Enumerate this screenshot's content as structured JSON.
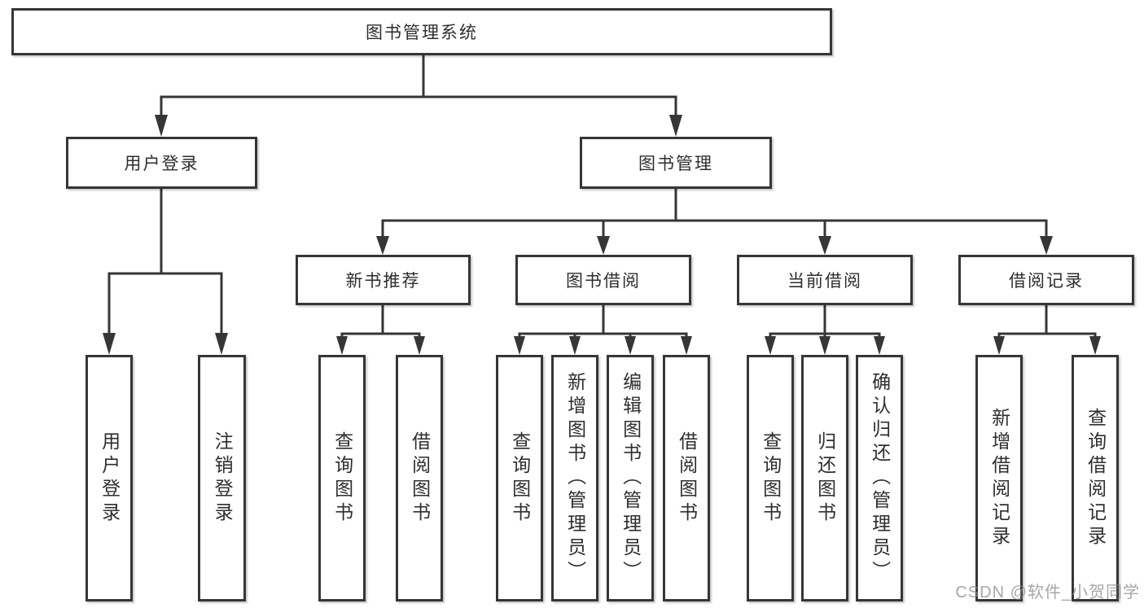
{
  "diagram": {
    "type": "tree",
    "root": {
      "label": "图书管理系统",
      "children": [
        {
          "label": "用户登录",
          "children": [
            {
              "label": "用户登录"
            },
            {
              "label": "注销登录"
            }
          ]
        },
        {
          "label": "图书管理",
          "children": [
            {
              "label": "新书推荐",
              "children": [
                {
                  "label": "查询图书"
                },
                {
                  "label": "借阅图书"
                }
              ]
            },
            {
              "label": "图书借阅",
              "children": [
                {
                  "label": "查询图书"
                },
                {
                  "label": "新增图书（管理员）"
                },
                {
                  "label": "编辑图书（管理员）"
                },
                {
                  "label": "借阅图书"
                }
              ]
            },
            {
              "label": "当前借阅",
              "children": [
                {
                  "label": "查询图书"
                },
                {
                  "label": "归还图书"
                },
                {
                  "label": "确认归还（管理员）"
                }
              ]
            },
            {
              "label": "借阅记录",
              "children": [
                {
                  "label": "新增借阅记录"
                },
                {
                  "label": "查询借阅记录"
                }
              ]
            }
          ]
        }
      ]
    }
  },
  "watermark": {
    "text": "CSDN @软件_小贺同学"
  },
  "colors": {
    "line": "#363636",
    "box_border": "#363636",
    "text": "#2e2e2e",
    "watermark": "#8a8a8a",
    "background": "#ffffff"
  }
}
